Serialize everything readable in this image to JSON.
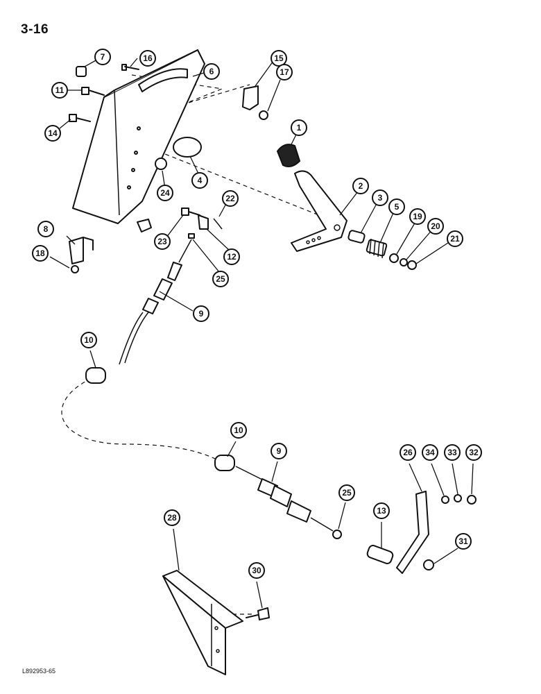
{
  "page": {
    "number": "3-16",
    "figure_code": "L892953-65"
  },
  "callouts": [
    "1",
    "2",
    "3",
    "4",
    "5",
    "6",
    "7",
    "8",
    "9",
    "9",
    "10",
    "10",
    "11",
    "12",
    "13",
    "14",
    "15",
    "16",
    "17",
    "18",
    "19",
    "20",
    "21",
    "22",
    "23",
    "24",
    "25",
    "25",
    "26",
    "28",
    "30",
    "31",
    "32",
    "33",
    "34"
  ]
}
